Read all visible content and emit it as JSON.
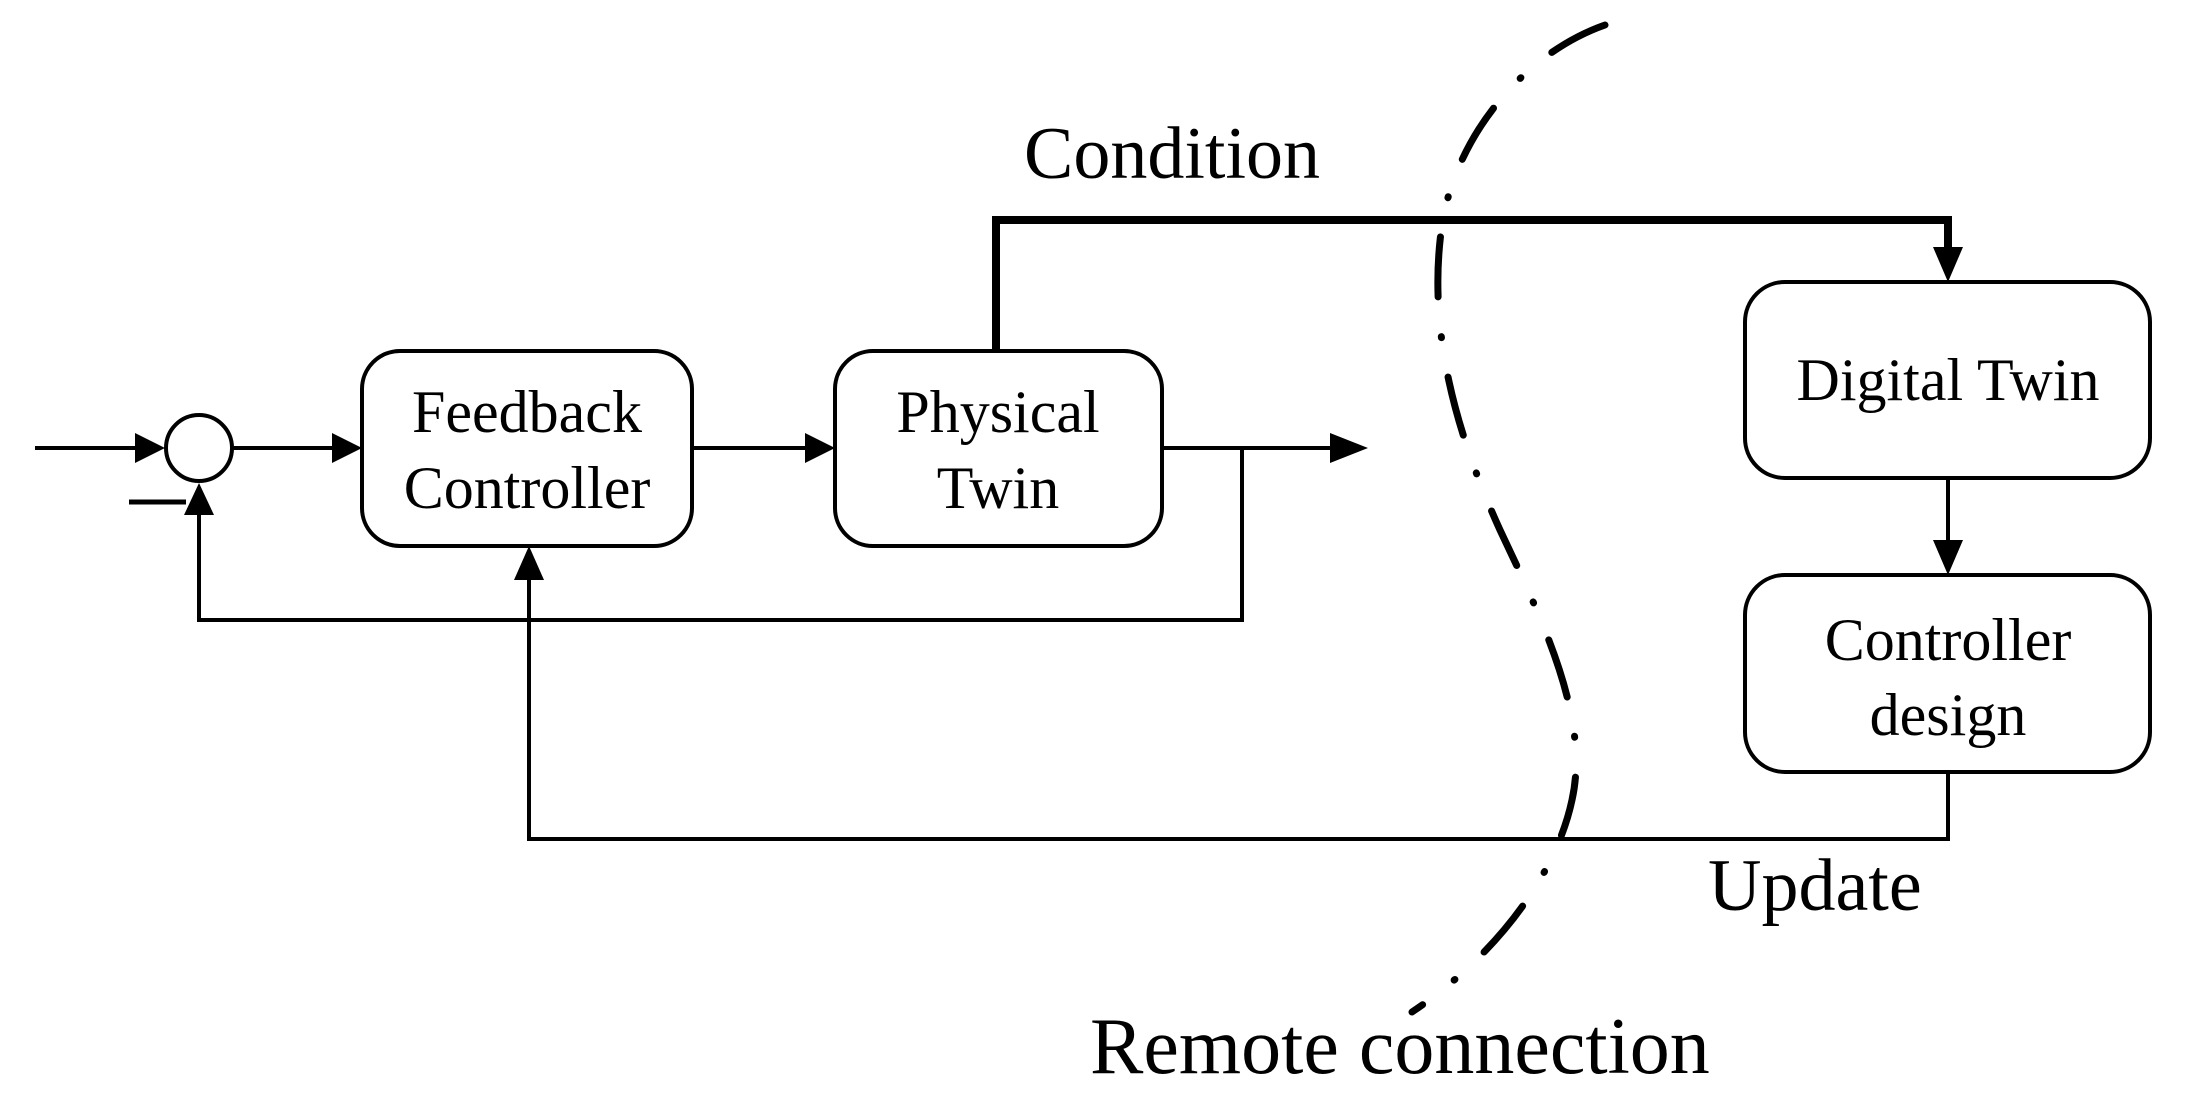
{
  "diagram": {
    "title": "Digital twin remote controller update loop",
    "blocks": {
      "feedback_controller": {
        "lines": [
          "Feedback",
          "Controller"
        ]
      },
      "physical_twin": {
        "lines": [
          "Physical",
          "Twin"
        ]
      },
      "digital_twin": {
        "lines": [
          "Digital Twin"
        ]
      },
      "controller_design": {
        "lines": [
          "Controller",
          "design"
        ]
      }
    },
    "summing_junction": {
      "sign_feedback": "−"
    },
    "labels": {
      "condition": "Condition",
      "update": "Update",
      "remote_connection": "Remote connection"
    },
    "connections": [
      {
        "from": "input",
        "to": "summing_junction"
      },
      {
        "from": "summing_junction",
        "to": "feedback_controller"
      },
      {
        "from": "feedback_controller",
        "to": "physical_twin"
      },
      {
        "from": "physical_twin",
        "to": "output"
      },
      {
        "from": "physical_twin",
        "to": "summing_junction",
        "type": "negative feedback"
      },
      {
        "from": "physical_twin",
        "to": "digital_twin",
        "label": "Condition"
      },
      {
        "from": "digital_twin",
        "to": "controller_design"
      },
      {
        "from": "controller_design",
        "to": "feedback_controller",
        "label": "Update"
      }
    ],
    "boundary": {
      "style": "dash-dot",
      "label": "Remote connection"
    }
  }
}
